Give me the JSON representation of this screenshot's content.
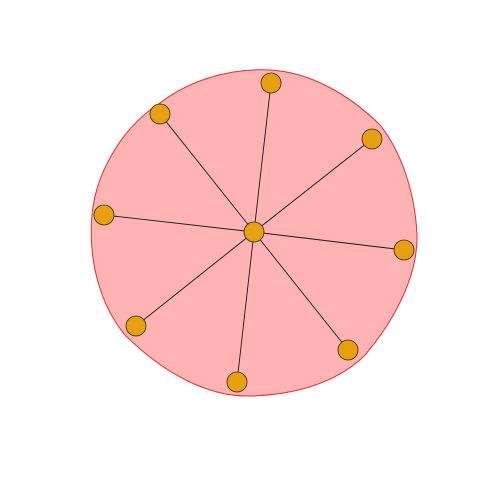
{
  "graph": {
    "type": "star",
    "center_node": "hub",
    "nodes": [
      "hub",
      "n1",
      "n2",
      "n3",
      "n4",
      "n5",
      "n6",
      "n7",
      "n8"
    ],
    "edges": [
      [
        "hub",
        "n1"
      ],
      [
        "hub",
        "n2"
      ],
      [
        "hub",
        "n3"
      ],
      [
        "hub",
        "n4"
      ],
      [
        "hub",
        "n5"
      ],
      [
        "hub",
        "n6"
      ],
      [
        "hub",
        "n7"
      ],
      [
        "hub",
        "n8"
      ]
    ]
  },
  "colors": {
    "background": "#ffffff",
    "region_fill": "#ffb3b3",
    "region_stroke": "#e03030",
    "node_fill": "#e6a010",
    "node_stroke": "#3a2a00",
    "edge_stroke": "#1a1a1a"
  }
}
